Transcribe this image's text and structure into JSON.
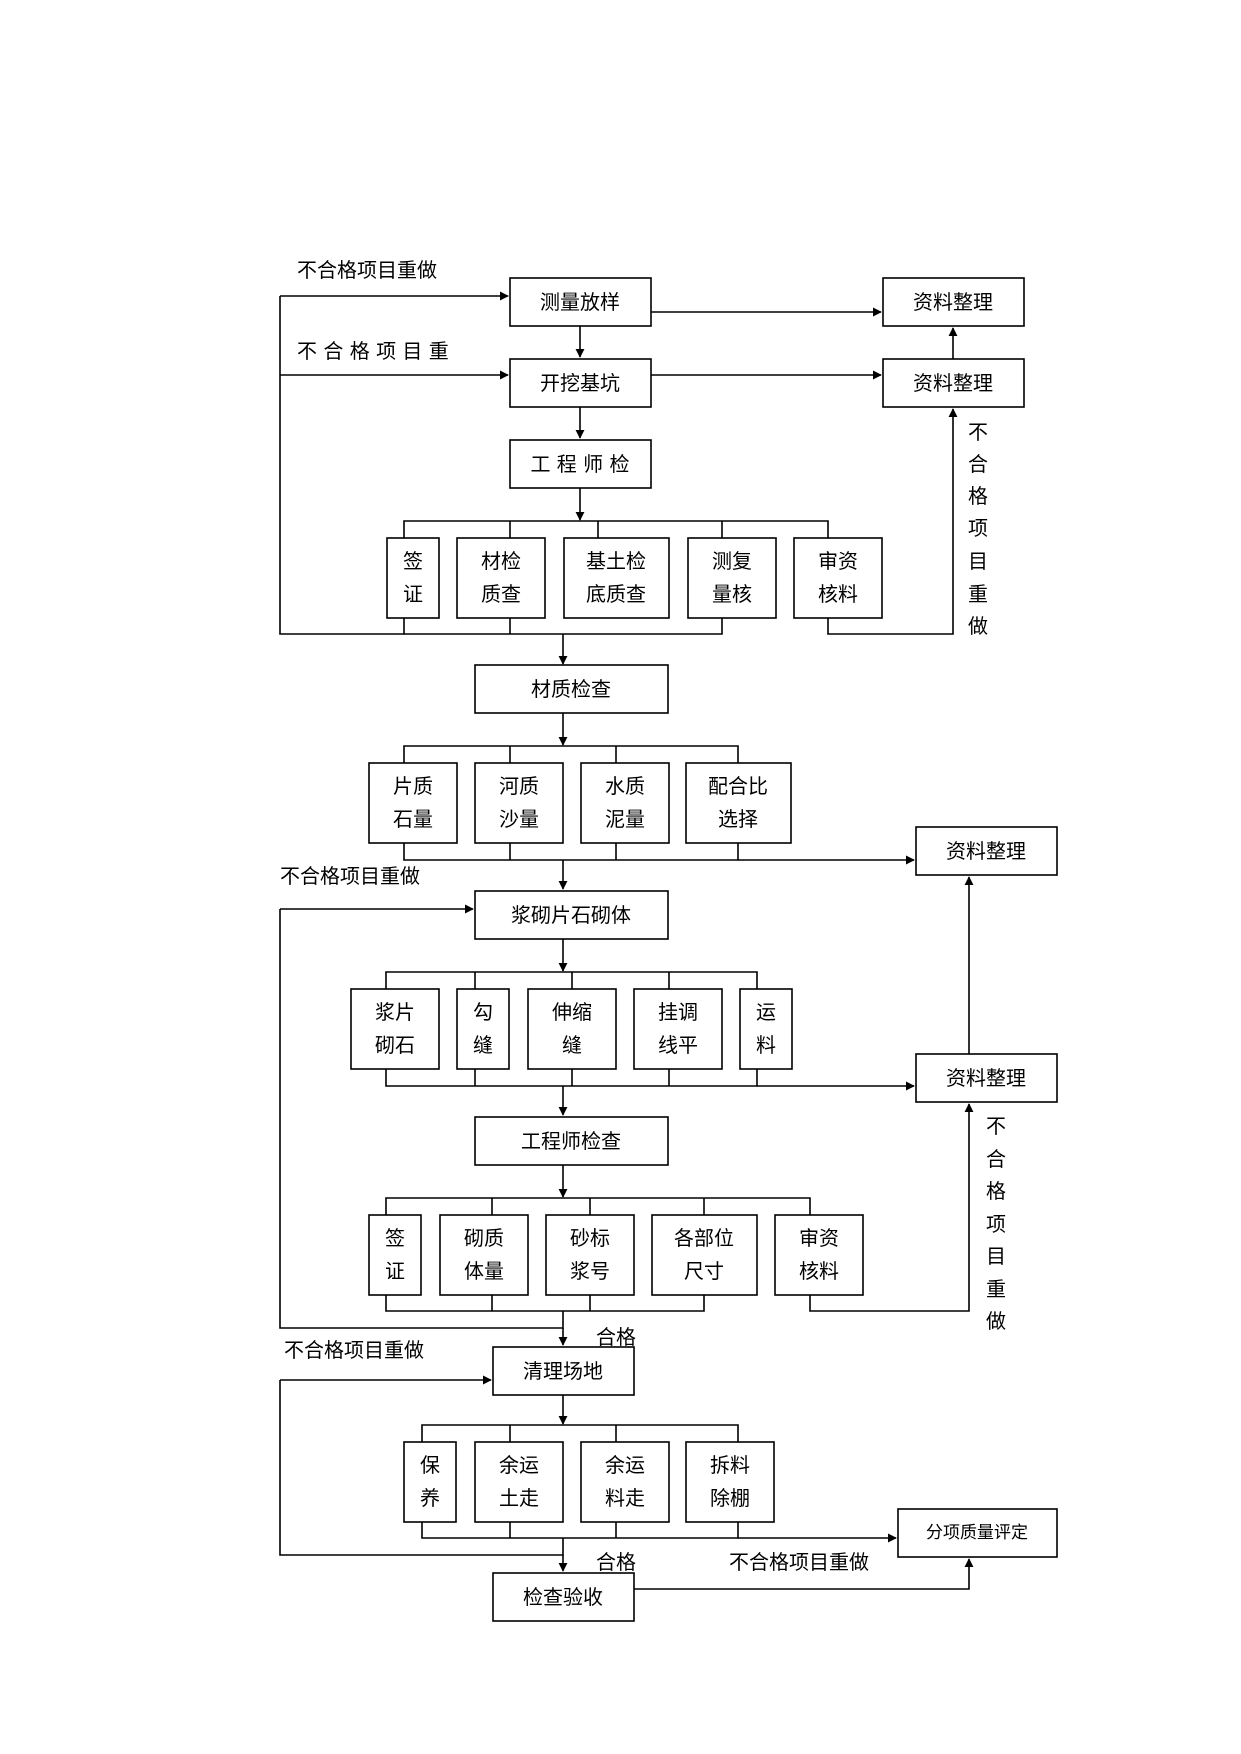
{
  "boxes": {
    "survey": "测量放样",
    "docs_1": "资料整理",
    "excavate": "开挖基坑",
    "docs_2": "资料整理",
    "engineer_check_1": "工 程 师 检",
    "sub1": [
      [
        "签",
        "证"
      ],
      [
        "材检",
        "质查"
      ],
      [
        "基土检",
        "底质查"
      ],
      [
        "测复",
        "量核"
      ],
      [
        "审资",
        "核料"
      ]
    ],
    "material_check": "材质检查",
    "sub2": [
      [
        "片质",
        "石量"
      ],
      [
        "河质",
        "沙量"
      ],
      [
        "水质",
        "泥量"
      ],
      [
        "配合比",
        "选择"
      ]
    ],
    "docs_3": "资料整理",
    "masonry": "浆砌片石砌体",
    "sub3": [
      [
        "浆片",
        "砌石"
      ],
      [
        "勾",
        "缝"
      ],
      [
        "伸缩",
        "缝"
      ],
      [
        "挂调",
        "线平"
      ],
      [
        "运",
        "料"
      ]
    ],
    "docs_4": "资料整理",
    "engineer_check_2": "工程师检查",
    "sub4": [
      [
        "签",
        "证"
      ],
      [
        "砌质",
        "体量"
      ],
      [
        "砂标",
        "浆号"
      ],
      [
        "各部位",
        "尺寸"
      ],
      [
        "审资",
        "核料"
      ]
    ],
    "cleanup": "清理场地",
    "sub5": [
      [
        "保",
        "养"
      ],
      [
        "余运",
        "土走"
      ],
      [
        "余运",
        "料走"
      ],
      [
        "拆料",
        "除棚"
      ]
    ],
    "quality_eval": "分项质量评定",
    "acceptance": "检查验收"
  },
  "labels": {
    "redo_1": "不合格项目重做",
    "redo_2": "不 合 格 项 目 重",
    "redo_vertical_1": [
      "不",
      "合",
      "格",
      "项",
      "目",
      "重",
      "做"
    ],
    "redo_3": "不合格项目重做",
    "redo_vertical_2": [
      "不",
      "合",
      "格",
      "项",
      "目",
      "重",
      "做"
    ],
    "pass_1": "合格",
    "redo_4": "不合格项目重做",
    "pass_2": "合格",
    "redo_5": "不合格项目重做"
  }
}
